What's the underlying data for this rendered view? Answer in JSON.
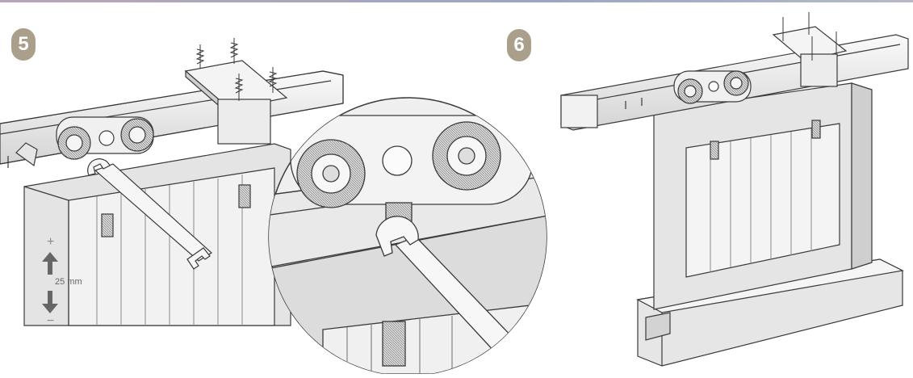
{
  "steps": [
    {
      "number": "5"
    },
    {
      "number": "6"
    }
  ],
  "adjustment": {
    "plus": "+",
    "minus": "−",
    "label": "25 mm"
  },
  "colors": {
    "badge": "#a99f8a",
    "line": "#3a3a3a",
    "panel": "#e7e7e7",
    "shade": "#cfcfcf"
  },
  "icons": [
    "arrow-up-icon",
    "arrow-down-icon",
    "wrench-icon",
    "roller-carriage-icon",
    "mounting-bracket-icon",
    "screw-icon"
  ]
}
